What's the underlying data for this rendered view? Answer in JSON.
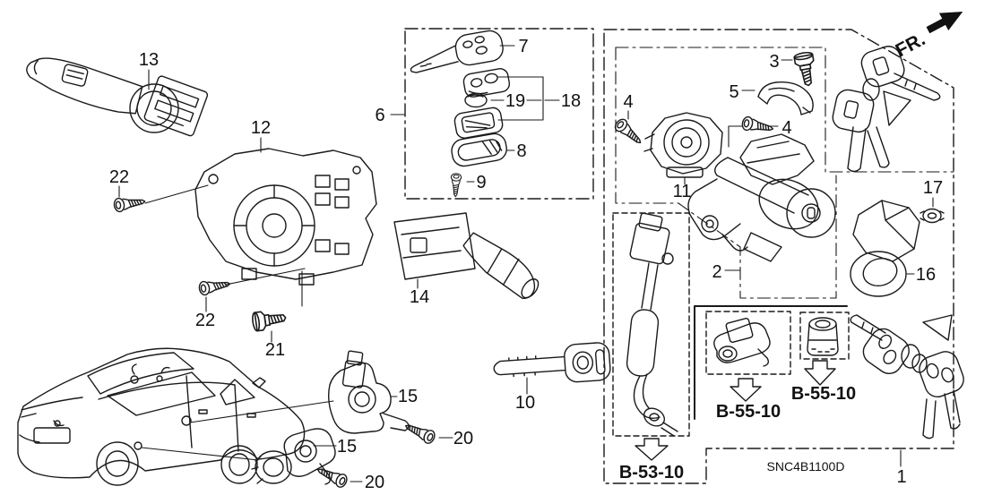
{
  "diagram": {
    "code": "SNC4B1100D",
    "direction": "FR.",
    "colors": {
      "background": "#ffffff",
      "line": "#1a1a1a"
    },
    "callouts": {
      "c1": "1",
      "c2": "2",
      "c3": "3",
      "c4": "4",
      "c5": "5",
      "c6": "6",
      "c7": "7",
      "c8": "8",
      "c9": "9",
      "c10": "10",
      "c11": "11",
      "c12": "12",
      "c13": "13",
      "c14": "14",
      "c15": "15",
      "c16": "16",
      "c17": "17",
      "c18": "18",
      "c19": "19",
      "c20": "20",
      "c21": "21",
      "c22": "22"
    },
    "refs": {
      "b53": "B-53-10",
      "b55": "B-55-10"
    }
  }
}
